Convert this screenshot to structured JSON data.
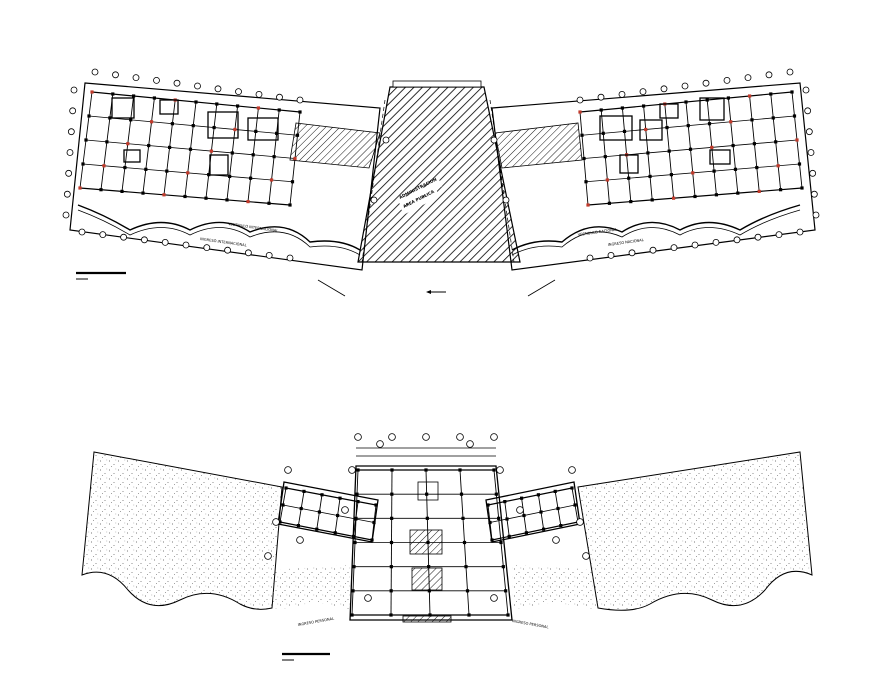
{
  "drawing": {
    "top_plan": {
      "left_wing_label_1": "VESTIBULO INTERNACIONAL",
      "left_wing_label_2": "INGRESO INTERNACIONAL",
      "right_wing_label_1": "VESTIBULO NACIONAL",
      "right_wing_label_2": "INGRESO NACIONAL",
      "center_label_1": "ADMINISTRACION",
      "center_label_2": "AREA PUBLICA"
    },
    "bottom_plan": {
      "left_label": "INGRESO PERSONAL",
      "right_label": "INGRESO PERSONAL"
    },
    "colors": {
      "line": "#000000",
      "background": "#ffffff",
      "marker": "#c23a2b"
    }
  }
}
